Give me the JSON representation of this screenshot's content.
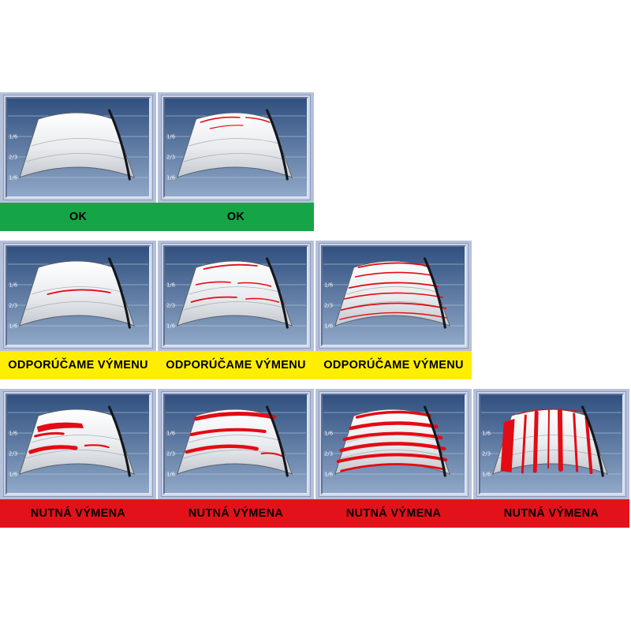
{
  "title": "wiper-blade-wear-assessment-chart",
  "scale_labels": [
    "1/6",
    "2/3",
    "1/6"
  ],
  "statuses": {
    "ok": {
      "label": "OK",
      "bar_color": "#16a546",
      "text_color": "#000000"
    },
    "recommend": {
      "label": "ODPORÚČAME VÝMENU",
      "bar_color": "#ffee00",
      "text_color": "#000000"
    },
    "replace": {
      "label": "NUTNÁ VÝMENA",
      "bar_color": "#e3121a",
      "text_color": "#000000"
    }
  },
  "rows": [
    {
      "status": "ok",
      "cells": [
        {
          "severity": 0
        },
        {
          "severity": 1
        }
      ]
    },
    {
      "status": "recommend",
      "cells": [
        {
          "severity": 2
        },
        {
          "severity": 3
        },
        {
          "severity": 4
        }
      ]
    },
    {
      "status": "replace",
      "cells": [
        {
          "severity": 5
        },
        {
          "severity": 6
        },
        {
          "severity": 7
        },
        {
          "severity": 8
        }
      ]
    }
  ],
  "colors": {
    "cell_background": "#b5c1db",
    "panel_top": "#30507f",
    "panel_bottom": "#90a8c8",
    "glass_light": "#ffffff",
    "glass_dark": "#c3c8cf",
    "streak_red": "#e30b14",
    "blade_black": "#14171b",
    "gridline": "#b8c8e0",
    "scale_text": "#eef3fb"
  }
}
